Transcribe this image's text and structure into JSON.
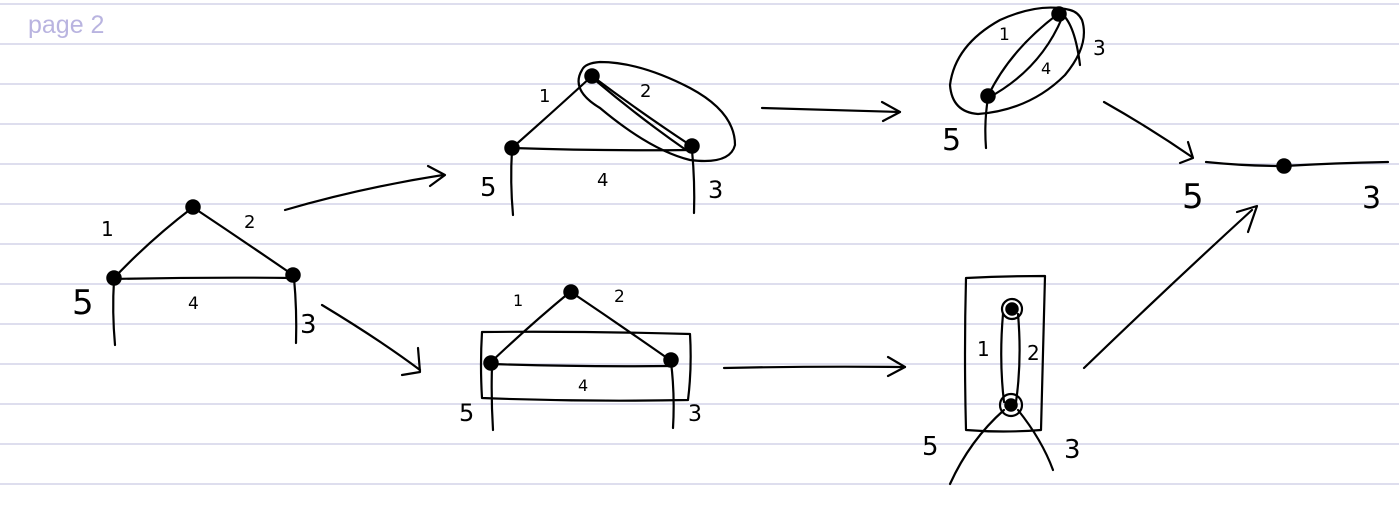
{
  "page": {
    "label": "page 2",
    "line_color": "#c9cbe4",
    "label_color": "#b9b4e0",
    "ink_color": "#000000"
  },
  "diagram": {
    "graph_initial": {
      "edge_labels": [
        "1",
        "2",
        "4"
      ],
      "leg_labels": [
        "5",
        "3"
      ]
    },
    "graph_top_contract": {
      "edge_labels": [
        "1",
        "2",
        "4"
      ],
      "leg_labels": [
        "5",
        "3"
      ]
    },
    "graph_top_result": {
      "edge_labels": [
        "1",
        "4"
      ],
      "leg_labels": [
        "3",
        "5"
      ]
    },
    "graph_final": {
      "leg_labels": [
        "5",
        "3"
      ]
    },
    "graph_bottom_contract": {
      "edge_labels": [
        "1",
        "2",
        "4"
      ],
      "leg_labels": [
        "5",
        "3"
      ]
    },
    "graph_bottom_result": {
      "edge_labels": [
        "1",
        "2"
      ],
      "leg_labels": [
        "5",
        "3"
      ]
    }
  }
}
